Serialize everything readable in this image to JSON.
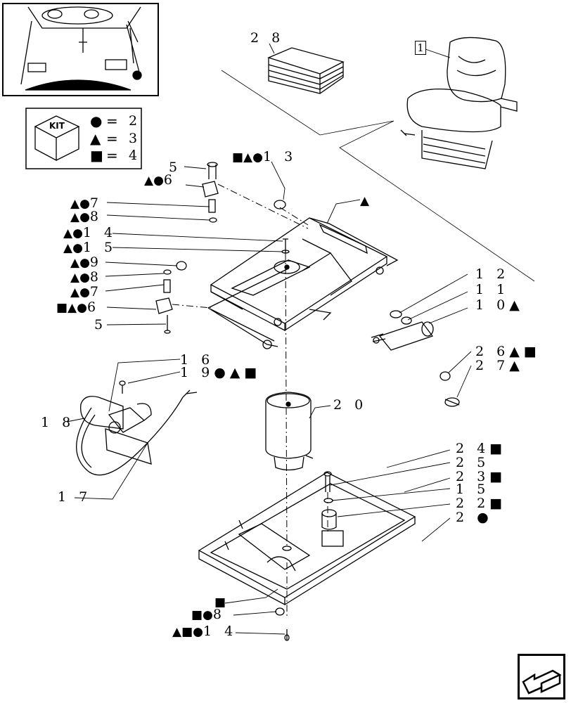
{
  "kit_legend": {
    "kit_label": "KIT",
    "rows": [
      {
        "symbol": "●",
        "eq": "=",
        "value": "2"
      },
      {
        "symbol": "▲",
        "eq": "=",
        "value": "3"
      },
      {
        "symbol": "■",
        "eq": "=",
        "value": "4"
      }
    ]
  },
  "boxed_callout": "1",
  "callouts": [
    {
      "id": "c28",
      "marks": "",
      "num": "2 8"
    },
    {
      "id": "c13",
      "marks": "■▲●",
      "num": "1 3"
    },
    {
      "id": "c_tri",
      "marks": "▲",
      "num": ""
    },
    {
      "id": "c5a",
      "marks": "",
      "num": "5"
    },
    {
      "id": "c6a",
      "marks": "▲●",
      "num": "6"
    },
    {
      "id": "c7a",
      "marks": "▲●",
      "num": "7"
    },
    {
      "id": "c8a",
      "marks": "▲●",
      "num": "8"
    },
    {
      "id": "c14a",
      "marks": "▲●",
      "num": "1 4"
    },
    {
      "id": "c15a",
      "marks": "▲●",
      "num": "1 5"
    },
    {
      "id": "c9",
      "marks": "▲●",
      "num": "9"
    },
    {
      "id": "c8b",
      "marks": "▲●",
      "num": "8"
    },
    {
      "id": "c7b",
      "marks": "▲●",
      "num": "7"
    },
    {
      "id": "c6b",
      "marks": "■▲●",
      "num": "6"
    },
    {
      "id": "c5b",
      "marks": "",
      "num": "5"
    },
    {
      "id": "c12",
      "marks": "",
      "num": "1 2"
    },
    {
      "id": "c11",
      "marks": "",
      "num": "1 1"
    },
    {
      "id": "c10",
      "marks": "",
      "num": "1 0▲"
    },
    {
      "id": "c26",
      "marks": "",
      "num": "2 6▲■"
    },
    {
      "id": "c27",
      "marks": "",
      "num": "2 7▲"
    },
    {
      "id": "c16",
      "marks": "",
      "num": "1 6"
    },
    {
      "id": "c19",
      "marks": "",
      "num": "1 9●▲■"
    },
    {
      "id": "c18",
      "marks": "",
      "num": "1 8"
    },
    {
      "id": "c20",
      "marks": "",
      "num": "2 0"
    },
    {
      "id": "c17",
      "marks": "",
      "num": "1 7"
    },
    {
      "id": "c24",
      "marks": "",
      "num": "2 4■"
    },
    {
      "id": "c25",
      "marks": "",
      "num": "2 5"
    },
    {
      "id": "c23",
      "marks": "",
      "num": "2 3■"
    },
    {
      "id": "c15b",
      "marks": "",
      "num": "1 5"
    },
    {
      "id": "c22",
      "marks": "",
      "num": "2 2■"
    },
    {
      "id": "c21",
      "marks": "",
      "num": "2 ●"
    },
    {
      "id": "c_sq",
      "marks": "■",
      "num": ""
    },
    {
      "id": "c8c",
      "marks": "■●",
      "num": "8"
    },
    {
      "id": "c14b",
      "marks": "▲■●",
      "num": "1 4"
    }
  ],
  "nav": {
    "icon": "next-page-arrow-icon"
  }
}
